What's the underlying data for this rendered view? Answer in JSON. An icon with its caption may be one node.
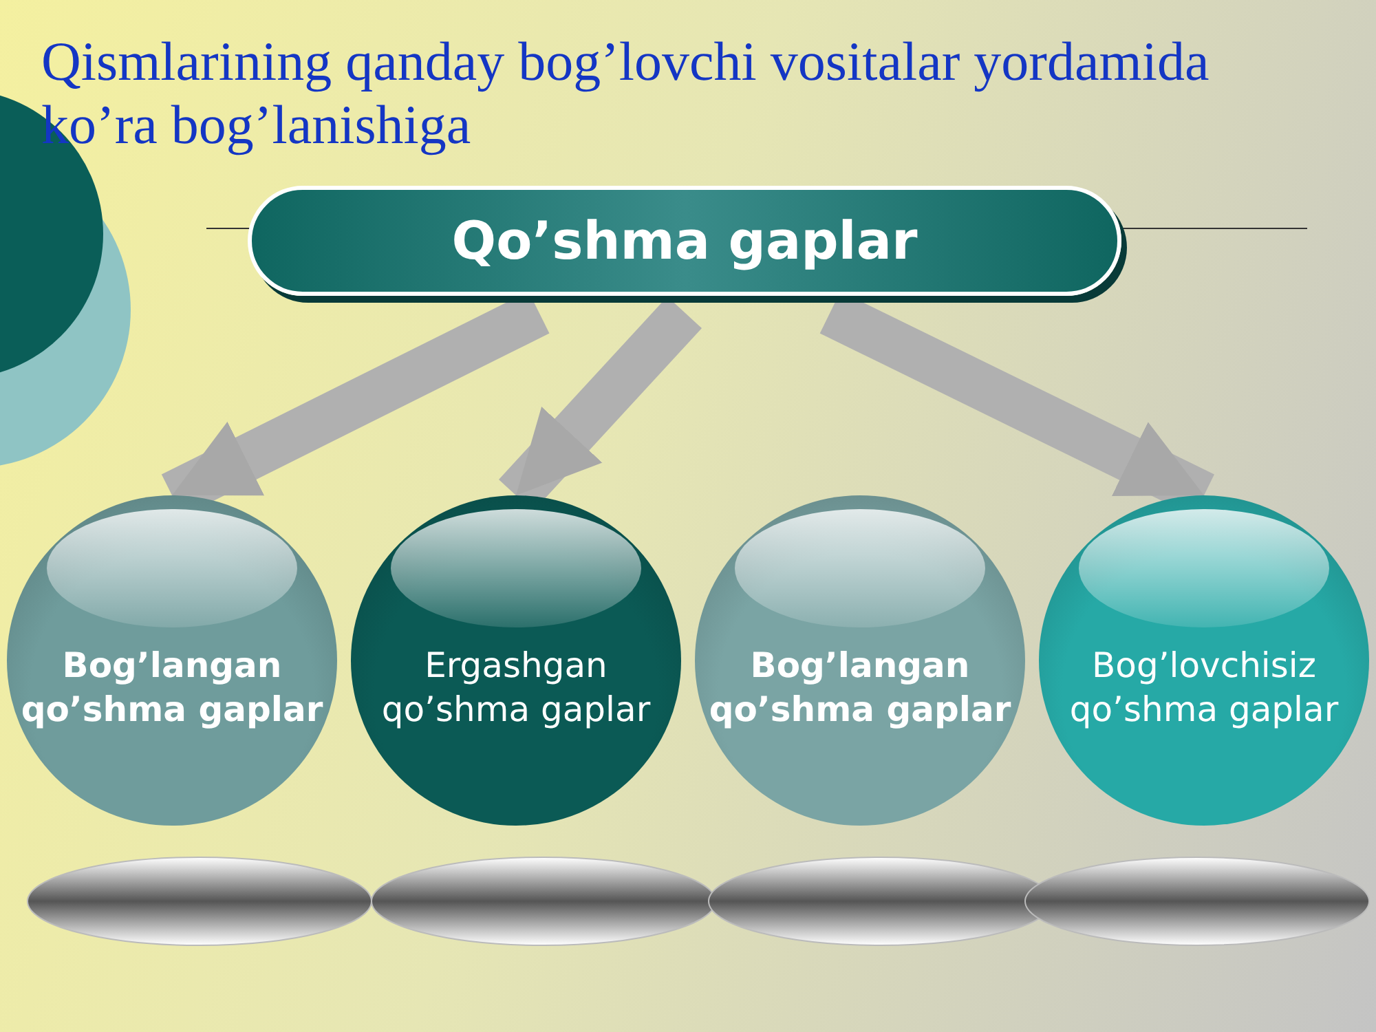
{
  "diagram": {
    "title": "Qismlarining qanday bog’lovchi vositalar yordamida ko’ra bog’lanishiga",
    "nodes": [
      {
        "text": [
          "Qo’shma gaplar"
        ]
      },
      {
        "text": [
          "Bog’langan qo’shma gaplar"
        ]
      },
      {
        "text": [
          "Ergashgan qo’shma gaplar"
        ]
      },
      {
        "text": [
          "Bog’langan qo’shma gaplar"
        ]
      },
      {
        "text": [
          "Bog’lovchisiz qo’shma gaplar"
        ]
      }
    ],
    "edges": [
      {
        "from": 0,
        "to": 1,
        "arrow": "to"
      },
      {
        "from": 0,
        "to": 2,
        "arrow": "to"
      },
      {
        "from": 0,
        "to": 4,
        "arrow": "to"
      }
    ]
  }
}
